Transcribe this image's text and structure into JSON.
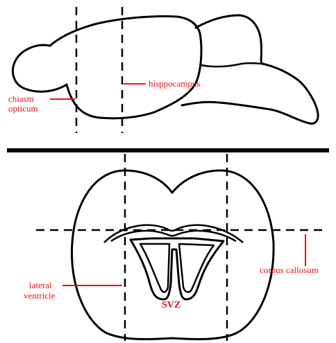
{
  "labels": {
    "chiasm": "chiasm",
    "opticum": "opticum",
    "hippocampus": "hisppocampus",
    "corpus_callosum": "corpus callosum",
    "lateral": "lateral",
    "ventricle": "ventricle",
    "svz": "SVZ"
  },
  "colors": {
    "label": "#e8121b",
    "outline": "#000000",
    "background": "#ffffff"
  }
}
